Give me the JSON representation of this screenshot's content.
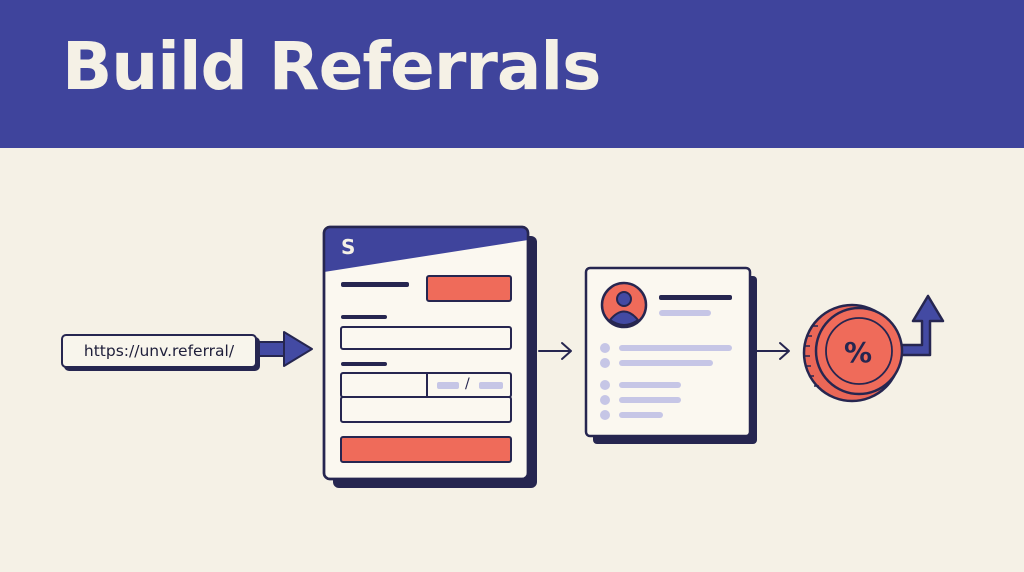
{
  "title": "Build Referrals",
  "referral_link": "https://unv.referral/",
  "form": {
    "logo_letter": "S",
    "split_separator": "/"
  },
  "reward_symbol": "%",
  "colors": {
    "banner": "#3f449c",
    "background": "#f5f1e6",
    "accent_coral": "#ef6b5a",
    "outline_navy": "#262650",
    "muted_lavender": "#c6c6e6"
  }
}
